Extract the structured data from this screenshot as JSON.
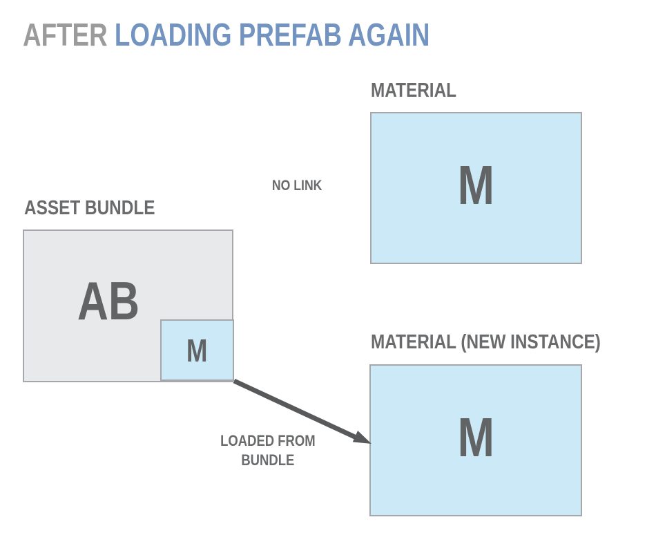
{
  "title": {
    "prefix": "AFTER ",
    "highlight": "LOADING PREFAB AGAIN"
  },
  "labels": {
    "material_top": "MATERIAL",
    "asset_bundle": "ASSET BUNDLE",
    "material_new_instance": "MATERIAL (NEW INSTANCE)",
    "no_link": "NO LINK",
    "loaded_from_line1": "LOADED FROM",
    "loaded_from_line2": "BUNDLE"
  },
  "letters": {
    "material_top": "M",
    "asset_bundle": "AB",
    "bundle_material": "M",
    "material_new_instance": "M"
  },
  "colors": {
    "title_gray": "#9b9b9b",
    "title_blue": "#7394c1",
    "label_gray": "#6a6b6d",
    "letter_gray": "#616365",
    "box_blue_fill": "#cbe9f7",
    "box_gray_fill": "#e8e9ea",
    "box_border": "#a5a7aa",
    "arrow": "#58595b",
    "bg": "#ffffff"
  }
}
